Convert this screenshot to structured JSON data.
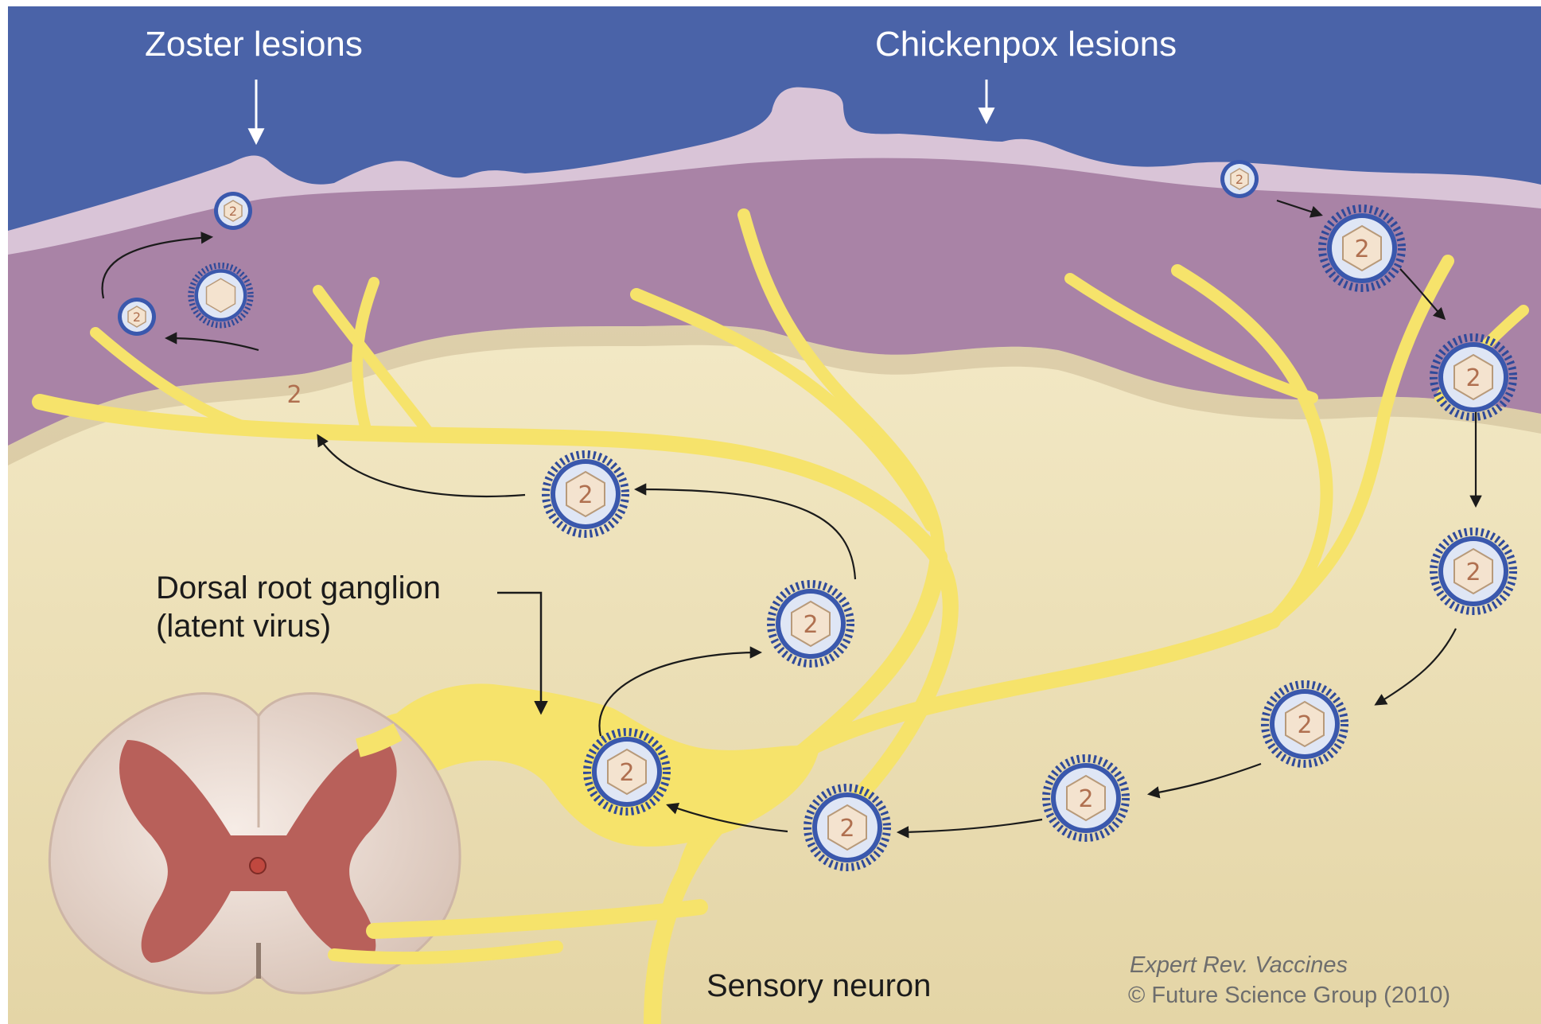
{
  "figure": {
    "labels": {
      "zoster_lesions": "Zoster lesions",
      "chickenpox_lesions": "Chickenpox lesions",
      "dorsal_root_ganglion_line1": "Dorsal root ganglion",
      "dorsal_root_ganglion_line2": "(latent virus)",
      "sensory_neuron": "Sensory neuron"
    },
    "credit": {
      "journal": "Expert Rev. Vaccines",
      "copyright": "© Future Science Group (2010)"
    },
    "virion_glyph": "2",
    "colors": {
      "sky": "#4a63a8",
      "epidermis_top": "#d9c4d7",
      "dermis": "#a983a6",
      "tissue": "#ede0b6",
      "nerve": "#f6e36b",
      "spinal_cord_white": "#eadcd3",
      "spinal_cord_gray": "#b8605a",
      "virion_envelope": "#2f4a9a",
      "virion_capsid": "#f4e3cf"
    }
  }
}
